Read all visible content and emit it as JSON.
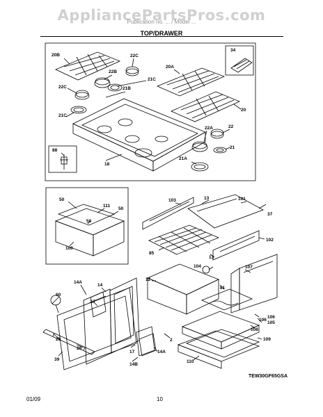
{
  "watermark": "AppliancePartsPros.com",
  "subheader": "Publication no. ... / Model ...",
  "title": "TOP/DRAWER",
  "model_code": "TEW30GF65GSA",
  "footer": {
    "date": "01/09",
    "page": "10"
  },
  "callouts": {
    "top": [
      "20B",
      "22C",
      "22B",
      "21C",
      "22C",
      "21B",
      "21C",
      "20A",
      "34",
      "20",
      "22A",
      "22",
      "21",
      "88",
      "18",
      "21A"
    ],
    "middle": [
      "50",
      "111",
      "50",
      "50",
      "100",
      "103",
      "13",
      "101",
      "37",
      "102",
      "85",
      "13"
    ],
    "bottom": [
      "104",
      "12",
      "107",
      "81",
      "14A",
      "14",
      "60",
      "17",
      "29",
      "28",
      "39",
      "2",
      "17",
      "14B",
      "14A",
      "106",
      "105",
      "106",
      "108",
      "109",
      "110"
    ]
  }
}
